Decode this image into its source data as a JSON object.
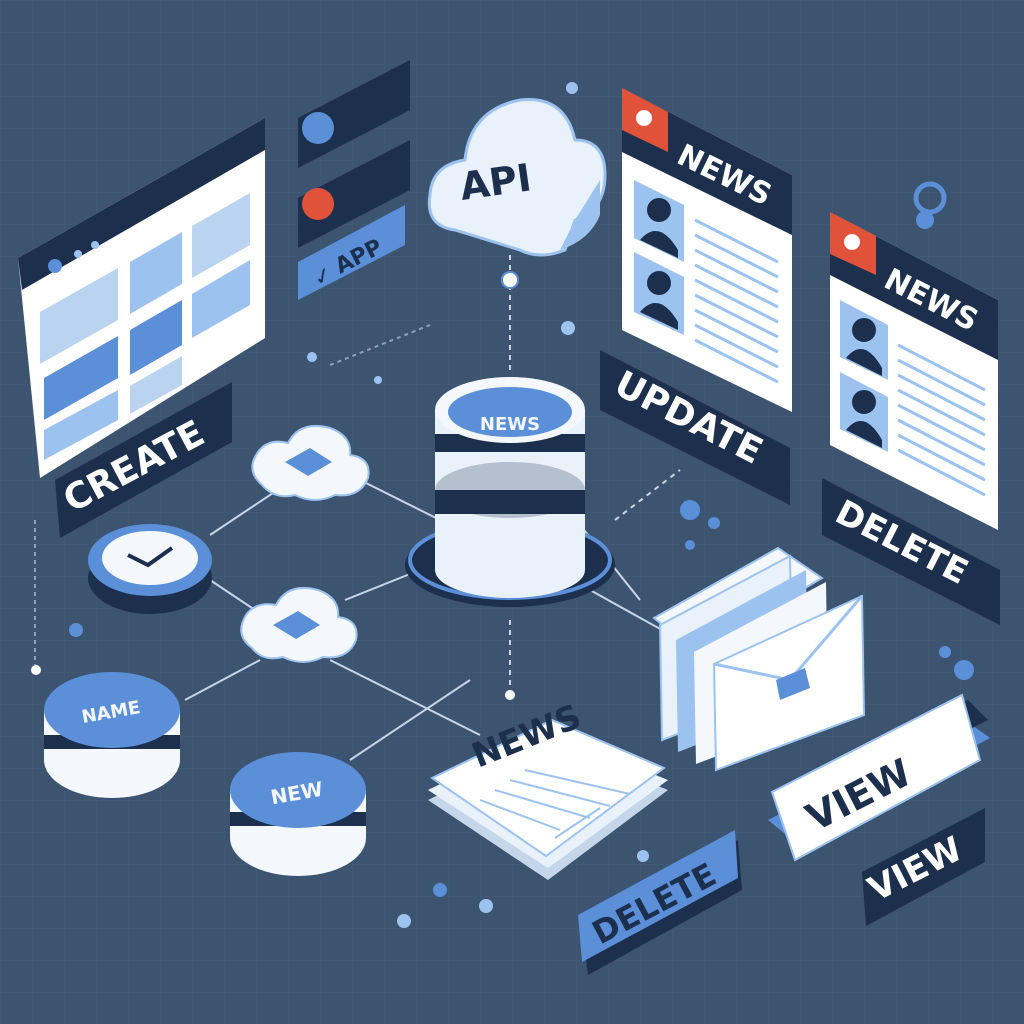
{
  "pills": [
    "",
    "",
    "APP"
  ],
  "cloud": {
    "label": "API"
  },
  "database": {
    "label": "NEWS"
  },
  "cylinders": {
    "left": "NAME",
    "center": "NEW"
  },
  "newspapers": {
    "right_top": "NEWS",
    "right_bottom": "NEWS",
    "stack": "NEWS"
  },
  "labels": {
    "create": "CREATE",
    "update": "UPDATE",
    "delete_right": "DELETE",
    "delete_bottom": "DELETE",
    "view_card": "VIEW",
    "view_dark": "VIEW"
  },
  "colors": {
    "background": "#3d5470",
    "accent_blue": "#5b8fd8",
    "light_blue": "#9cc3ef",
    "dark_navy": "#1c2f4d",
    "red": "#e0533a",
    "white": "#f4f8fd"
  },
  "icons": [
    "clock-icon",
    "cloud-icon",
    "database-icon",
    "envelope-icon",
    "newspaper-icon",
    "person-icon"
  ]
}
